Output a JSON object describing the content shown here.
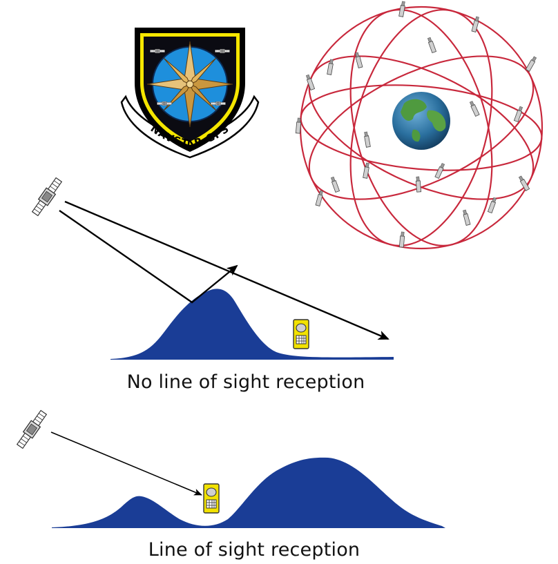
{
  "emblem": {
    "text": "NAVSTAR GPS"
  },
  "scenes": [
    {
      "caption": "No line of sight reception"
    },
    {
      "caption": "Line of sight reception"
    }
  ],
  "colors": {
    "terrain": "#1a3d96",
    "orbit": "#c8283c",
    "receiver": "#f2e200",
    "shield_blue": "#1e8fdc",
    "shield_yellow": "#f5e600",
    "earth_ocean": "#1f5f8f",
    "earth_land": "#4f9a3f"
  },
  "icons": [
    "satellite-icon",
    "gps-receiver-icon",
    "earth-icon",
    "compass-star-icon"
  ]
}
